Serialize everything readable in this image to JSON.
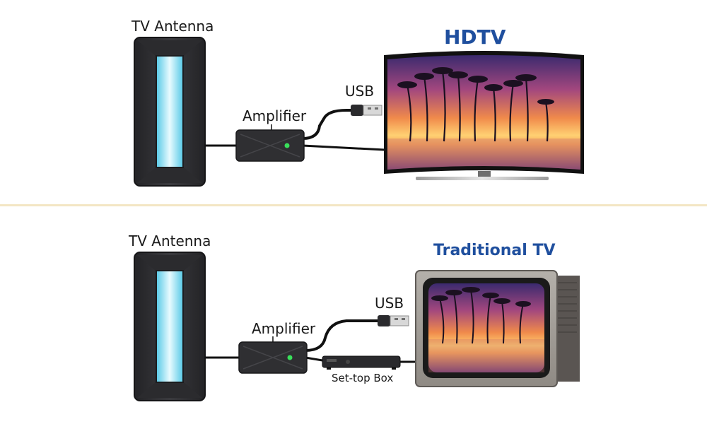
{
  "top": {
    "antenna_label": "TV Antenna",
    "amplifier_label": "Amplifier",
    "usb_label": "USB",
    "tv_title": "HDTV"
  },
  "bottom": {
    "antenna_label": "TV Antenna",
    "amplifier_label": "Amplifier",
    "usb_label": "USB",
    "settop_label": "Set-top Box",
    "tv_title": "Traditional TV"
  },
  "colors": {
    "title_blue": "#1f4f9e",
    "divider": "#f3e6c4",
    "device_dark": "#2f2f32",
    "led_green": "#39e05a",
    "antenna_glow": "#8fe3f5"
  },
  "icons": [
    "antenna-icon",
    "amplifier-icon",
    "usb-plug-icon",
    "hdtv-icon",
    "crt-tv-icon",
    "set-top-box-icon"
  ]
}
